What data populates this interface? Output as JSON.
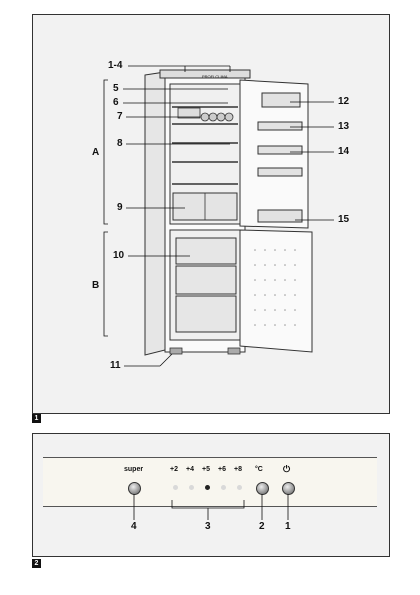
{
  "figure1": {
    "badge": "1",
    "brand_text": "PROFI CLIMA",
    "labels": {
      "l1_4": "1-4",
      "l5": "5",
      "l6": "6",
      "l7": "7",
      "l8": "8",
      "l9": "9",
      "l10": "10",
      "l11": "11",
      "l12": "12",
      "l13": "13",
      "l14": "14",
      "l15": "15",
      "A": "A",
      "B": "B"
    }
  },
  "figure2": {
    "badge": "2",
    "controls": {
      "super": "super",
      "temps": [
        "+2",
        "+4",
        "+5",
        "+6",
        "+8"
      ],
      "unit": "°C",
      "power": "⏻",
      "active_temp_index": 2
    },
    "callouts": {
      "c4": "4",
      "c3": "3",
      "c2": "2",
      "c1": "1"
    }
  },
  "colors": {
    "outline": "#333333",
    "panel_bg": "#f8f6ef",
    "led_on": "#222222",
    "led_off": "#d9d9d9"
  }
}
